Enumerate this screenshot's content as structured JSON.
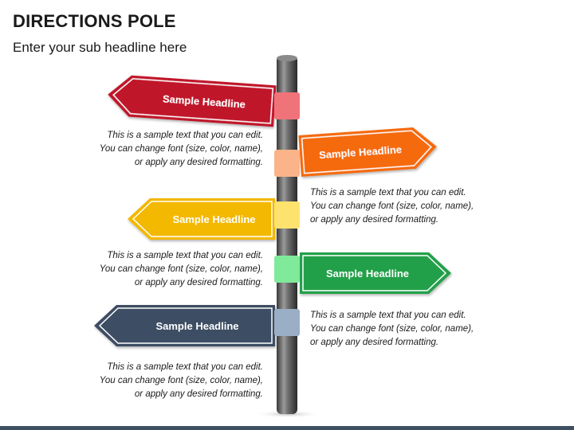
{
  "title": "DIRECTIONS POLE",
  "subtitle": "Enter your sub headline here",
  "signs": [
    {
      "label": "Sample Headline",
      "side": "left",
      "color": "#c0192c",
      "band": "#f0737a"
    },
    {
      "label": "Sample Headline",
      "side": "right",
      "color": "#f56a10",
      "band": "#fbb38a"
    },
    {
      "label": "Sample Headline",
      "side": "left",
      "color": "#f3b800",
      "band": "#fde36e"
    },
    {
      "label": "Sample Headline",
      "side": "right",
      "color": "#23a04a",
      "band": "#7fea9a"
    },
    {
      "label": "Sample Headline",
      "side": "left",
      "color": "#3c4e63",
      "band": "#9aaec6"
    }
  ],
  "descriptions": [
    {
      "lines": [
        "This is a sample text that you can edit.",
        "You can change font (size, color, name),",
        "or apply any desired formatting."
      ]
    },
    {
      "lines": [
        "This is a sample text that you can edit.",
        "You can change font (size, color, name),",
        "or apply any desired formatting."
      ]
    },
    {
      "lines": [
        "This is a sample text that you can edit.",
        "You can change font (size, color, name),",
        "or apply any desired formatting."
      ]
    },
    {
      "lines": [
        "This is a sample text that you can edit.",
        "You can change font (size, color, name),",
        "or apply any desired formatting."
      ]
    },
    {
      "lines": [
        "This is a sample text that you can edit.",
        "You can change font (size, color, name),",
        "or apply any desired formatting."
      ]
    }
  ]
}
